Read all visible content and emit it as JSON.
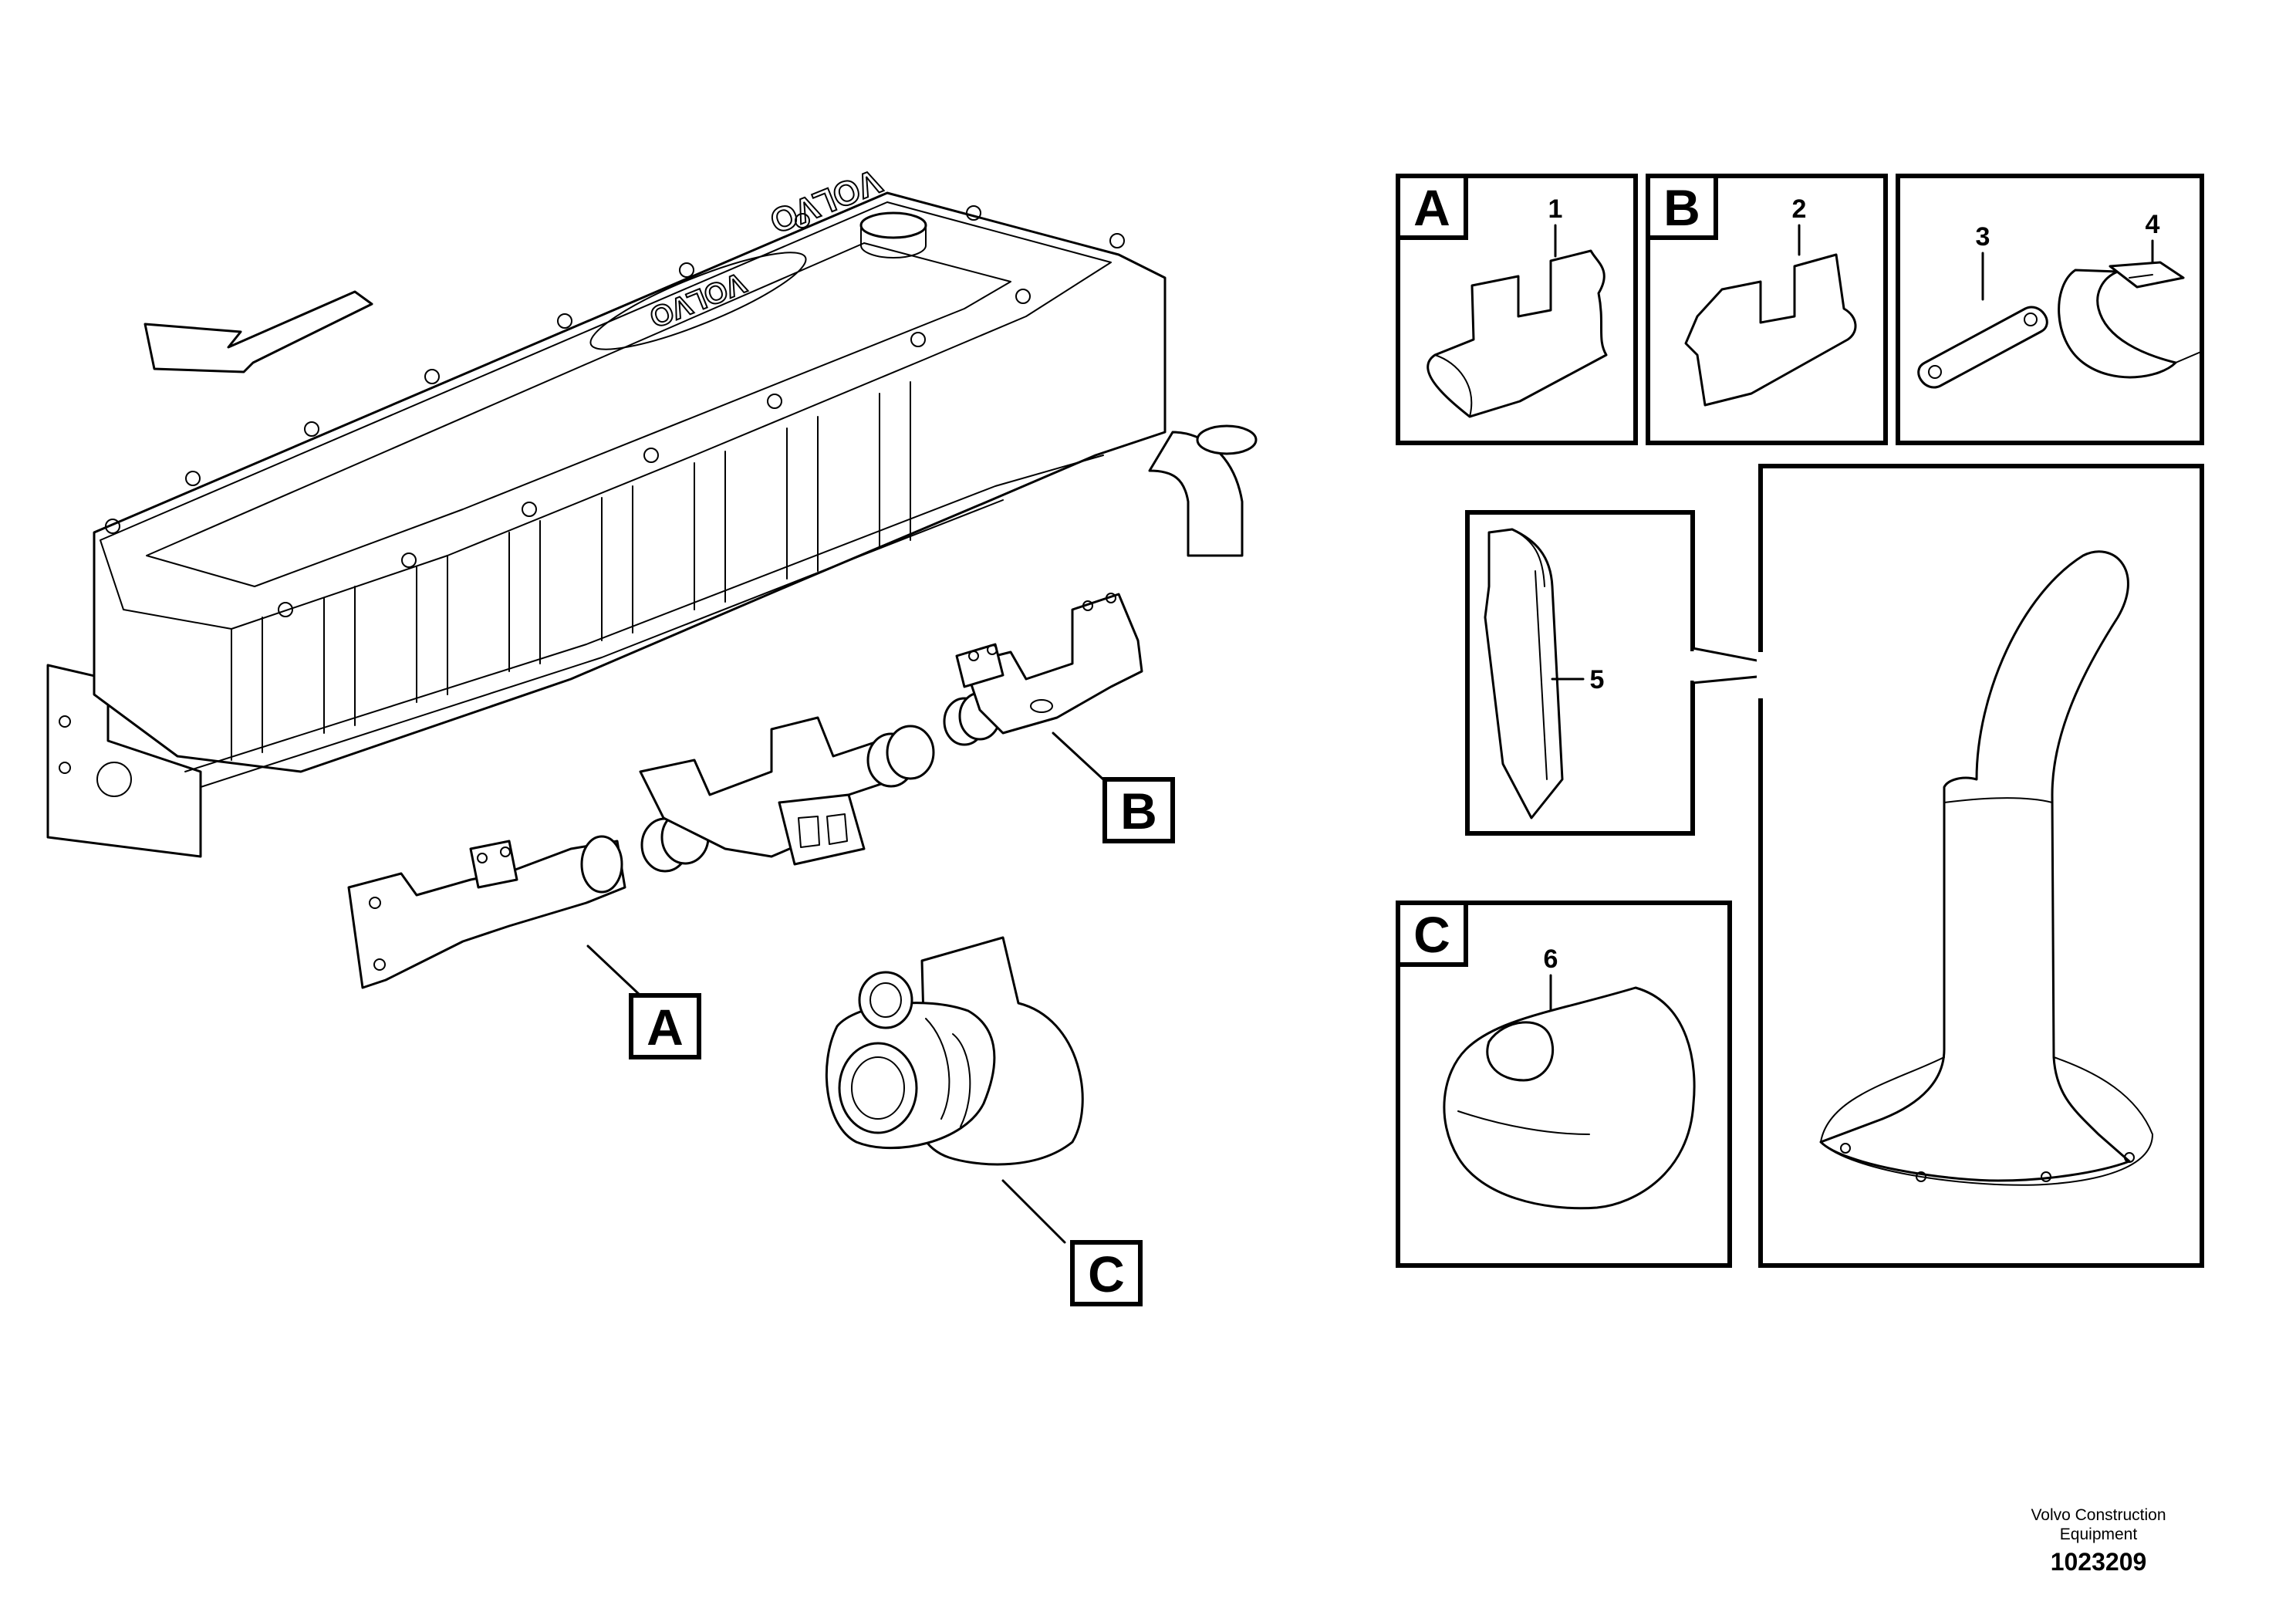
{
  "callouts": {
    "a": "A",
    "b": "B",
    "c": "C"
  },
  "detail_panels": {
    "panel_a": {
      "letter": "A",
      "part": "1"
    },
    "panel_b": {
      "letter": "B",
      "part": "2"
    },
    "panel_hardware": {
      "parts": [
        "3",
        "4"
      ]
    },
    "panel_pipe": {
      "part": "5"
    },
    "panel_c": {
      "letter": "C",
      "part": "6"
    }
  },
  "engine_logo_text": "VOLVO",
  "footer": {
    "line1": "Volvo Construction",
    "line2": "Equipment",
    "drawing_number": "1023209"
  }
}
